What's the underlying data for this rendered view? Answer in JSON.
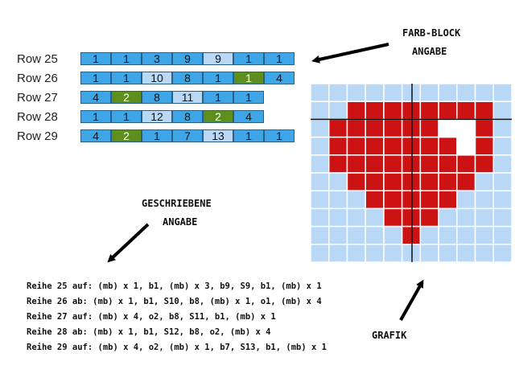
{
  "labels": {
    "farbblock_line1": "FARB-BLOCK",
    "farbblock_line2": "ANGABE",
    "geschriebene_line1": "GESCHRIEBENE",
    "geschriebene_line2": "ANGABE",
    "grafik": "GRAFIK"
  },
  "colors": {
    "dark_blue": "#3ea6e6",
    "light_blue": "#b8d8f6",
    "green": "#5e8f1d",
    "heart_red": "#cc1212",
    "grid_background": "#b8d8f6",
    "white": "#ffffff"
  },
  "rows": [
    {
      "label": "Row 25",
      "cells": [
        {
          "v": "1",
          "c": "dark"
        },
        {
          "v": "1",
          "c": "dark"
        },
        {
          "v": "3",
          "c": "dark"
        },
        {
          "v": "9",
          "c": "dark"
        },
        {
          "v": "9",
          "c": "light"
        },
        {
          "v": "1",
          "c": "dark"
        },
        {
          "v": "1",
          "c": "dark"
        }
      ]
    },
    {
      "label": "Row 26",
      "cells": [
        {
          "v": "1",
          "c": "dark"
        },
        {
          "v": "1",
          "c": "dark"
        },
        {
          "v": "10",
          "c": "light"
        },
        {
          "v": "8",
          "c": "dark"
        },
        {
          "v": "1",
          "c": "dark"
        },
        {
          "v": "1",
          "c": "green"
        },
        {
          "v": "4",
          "c": "dark"
        }
      ]
    },
    {
      "label": "Row 27",
      "cells": [
        {
          "v": "4",
          "c": "dark"
        },
        {
          "v": "2",
          "c": "green"
        },
        {
          "v": "8",
          "c": "dark"
        },
        {
          "v": "11",
          "c": "light"
        },
        {
          "v": "1",
          "c": "dark"
        },
        {
          "v": "1",
          "c": "dark"
        }
      ]
    },
    {
      "label": "Row 28",
      "cells": [
        {
          "v": "1",
          "c": "dark"
        },
        {
          "v": "1",
          "c": "dark"
        },
        {
          "v": "12",
          "c": "light"
        },
        {
          "v": "8",
          "c": "dark"
        },
        {
          "v": "2",
          "c": "green"
        },
        {
          "v": "4",
          "c": "dark"
        }
      ]
    },
    {
      "label": "Row 29",
      "cells": [
        {
          "v": "4",
          "c": "dark"
        },
        {
          "v": "2",
          "c": "green"
        },
        {
          "v": "1",
          "c": "dark"
        },
        {
          "v": "7",
          "c": "dark"
        },
        {
          "v": "13",
          "c": "light"
        },
        {
          "v": "1",
          "c": "dark"
        },
        {
          "v": "1",
          "c": "dark"
        }
      ]
    }
  ],
  "written_instructions": [
    "Reihe 25 auf: (mb) x 1, b1, (mb) x 3, b9, S9, b1, (mb) x 1",
    "Reihe 26 ab: (mb) x 1, b1, S10, b8, (mb) x 1, o1, (mb) x 4",
    "Reihe 27 auf: (mb) x 4, o2, b8, S11, b1, (mb) x 1",
    "Reihe 28 ab: (mb) x 1, b1, S12, b8, o2, (mb) x 4",
    "Reihe 29 auf: (mb) x 4, o2, (mb) x 1, b7, S13, b1, (mb) x 1"
  ],
  "grid": {
    "cols": 11,
    "rows": 10,
    "pattern": [
      "...........",
      "..XXXXXXXX.",
      ".XXXXXXWWX.",
      ".XXXXXXXWX.",
      ".XXXXXXXXX.",
      "..XXXXXXX..",
      "...XXXXX...",
      "....XXX....",
      ".....X.....",
      "..........."
    ]
  }
}
